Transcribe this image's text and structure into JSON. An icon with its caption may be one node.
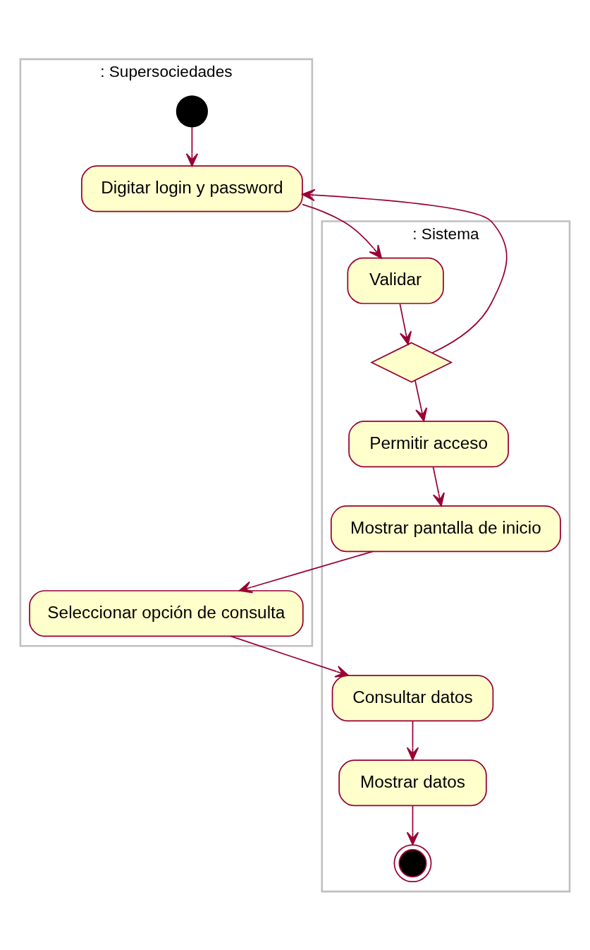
{
  "diagram": {
    "nodes": [
      {
        "text": [
          ": Supersociedades"
        ]
      },
      {
        "text": [
          ": Sistema"
        ]
      },
      {
        "text": [],
        "shape": "circle",
        "in": 0
      },
      {
        "text": [
          "Digitar login y password"
        ],
        "in": 0
      },
      {
        "text": [
          "Validar"
        ],
        "in": 1
      },
      {
        "text": [],
        "shape": "diamond",
        "in": 1
      },
      {
        "text": [
          "Permitir acceso"
        ],
        "in": 1
      },
      {
        "text": [
          "Mostrar pantalla de inicio"
        ],
        "in": 1
      },
      {
        "text": [
          "Seleccionar opción de consulta"
        ],
        "in": 0
      },
      {
        "text": [
          "Consultar datos"
        ],
        "in": 1
      },
      {
        "text": [
          "Mostrar datos"
        ],
        "in": 1
      },
      {
        "text": [],
        "shape": "circle",
        "in": 1
      }
    ],
    "edges": [
      {
        "from": 2,
        "to": 3,
        "arrow": "to"
      },
      {
        "from": 3,
        "to": 4,
        "arrow": "to"
      },
      {
        "from": 4,
        "to": 5,
        "arrow": "to"
      },
      {
        "from": 5,
        "to": 3,
        "arrow": "to"
      },
      {
        "from": 5,
        "to": 6,
        "arrow": "to"
      },
      {
        "from": 6,
        "to": 7,
        "arrow": "to"
      },
      {
        "from": 7,
        "to": 8,
        "arrow": "to"
      },
      {
        "from": 8,
        "to": 9,
        "arrow": "to"
      },
      {
        "from": 9,
        "to": 10,
        "arrow": "to"
      },
      {
        "from": 10,
        "to": 11,
        "arrow": "to"
      }
    ]
  }
}
